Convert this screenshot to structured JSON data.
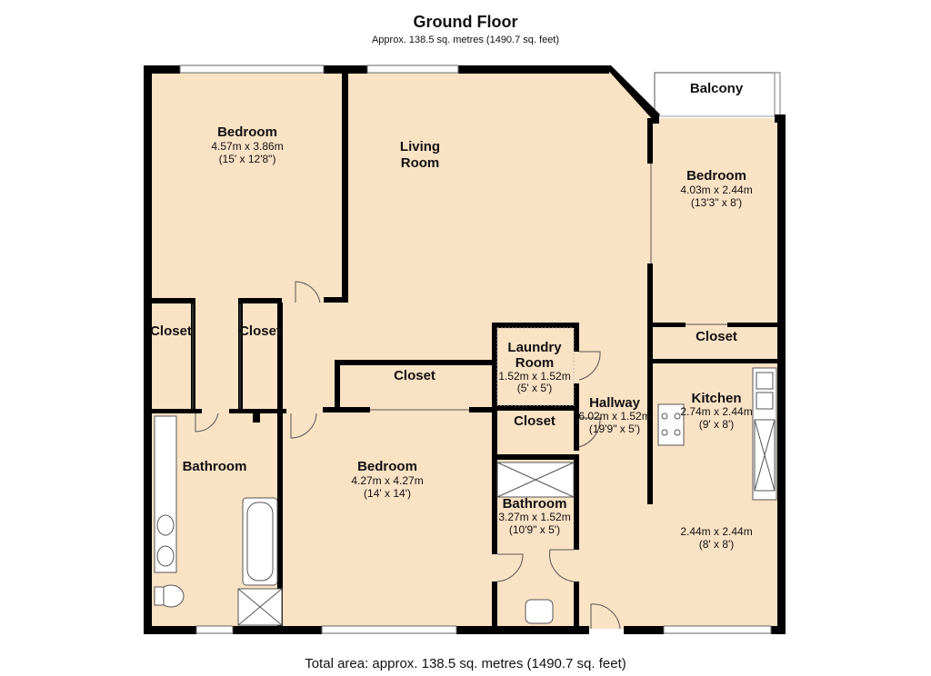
{
  "header": {
    "title": "Ground Floor",
    "subtitle": "Approx. 138.5 sq. metres (1490.7 sq. feet)"
  },
  "footer": {
    "total_area": "Total area: approx. 138.5 sq. metres (1490.7 sq. feet)"
  },
  "rooms": {
    "bedroom_nw": {
      "name": "Bedroom",
      "dim_metric": "4.57m x 3.86m",
      "dim_imperial": "(15' x 12'8\")"
    },
    "living_room": {
      "name_line1": "Living",
      "name_line2": "Room"
    },
    "balcony": {
      "name": "Balcony"
    },
    "bedroom_ne": {
      "name": "Bedroom",
      "dim_metric": "4.03m x 2.44m",
      "dim_imperial": "(13'3\" x 8')"
    },
    "closet_ne": {
      "name": "Closet"
    },
    "closet_w1": {
      "name": "Closet"
    },
    "closet_w2": {
      "name": "Closet"
    },
    "laundry_room": {
      "name_line1": "Laundry",
      "name_line2": "Room",
      "dim_metric": "1.52m x 1.52m",
      "dim_imperial": "(5' x 5')"
    },
    "closet_center": {
      "name": "Closet"
    },
    "hallway": {
      "name": "Hallway",
      "dim_metric": "6.02m x 1.52m",
      "dim_imperial": "(19'9\" x 5')"
    },
    "kitchen": {
      "name": "Kitchen",
      "dim_metric": "2.74m x 2.44m",
      "dim_imperial": "(9' x 8')"
    },
    "closet_hall": {
      "name": "Closet"
    },
    "bathroom_w": {
      "name": "Bathroom"
    },
    "bedroom_s": {
      "name": "Bedroom",
      "dim_metric": "4.27m x 4.27m",
      "dim_imperial": "(14' x 14')"
    },
    "bathroom_c": {
      "name": "Bathroom",
      "dim_metric": "3.27m x 1.52m",
      "dim_imperial": "(10'9\" x 5')"
    },
    "dining": {
      "dim_metric": "2.44m x 2.44m",
      "dim_imperial": "(8' x 8')"
    }
  },
  "colors": {
    "floor": "#fae2c5",
    "wall": "#000000",
    "balcony": "#ffffff"
  }
}
